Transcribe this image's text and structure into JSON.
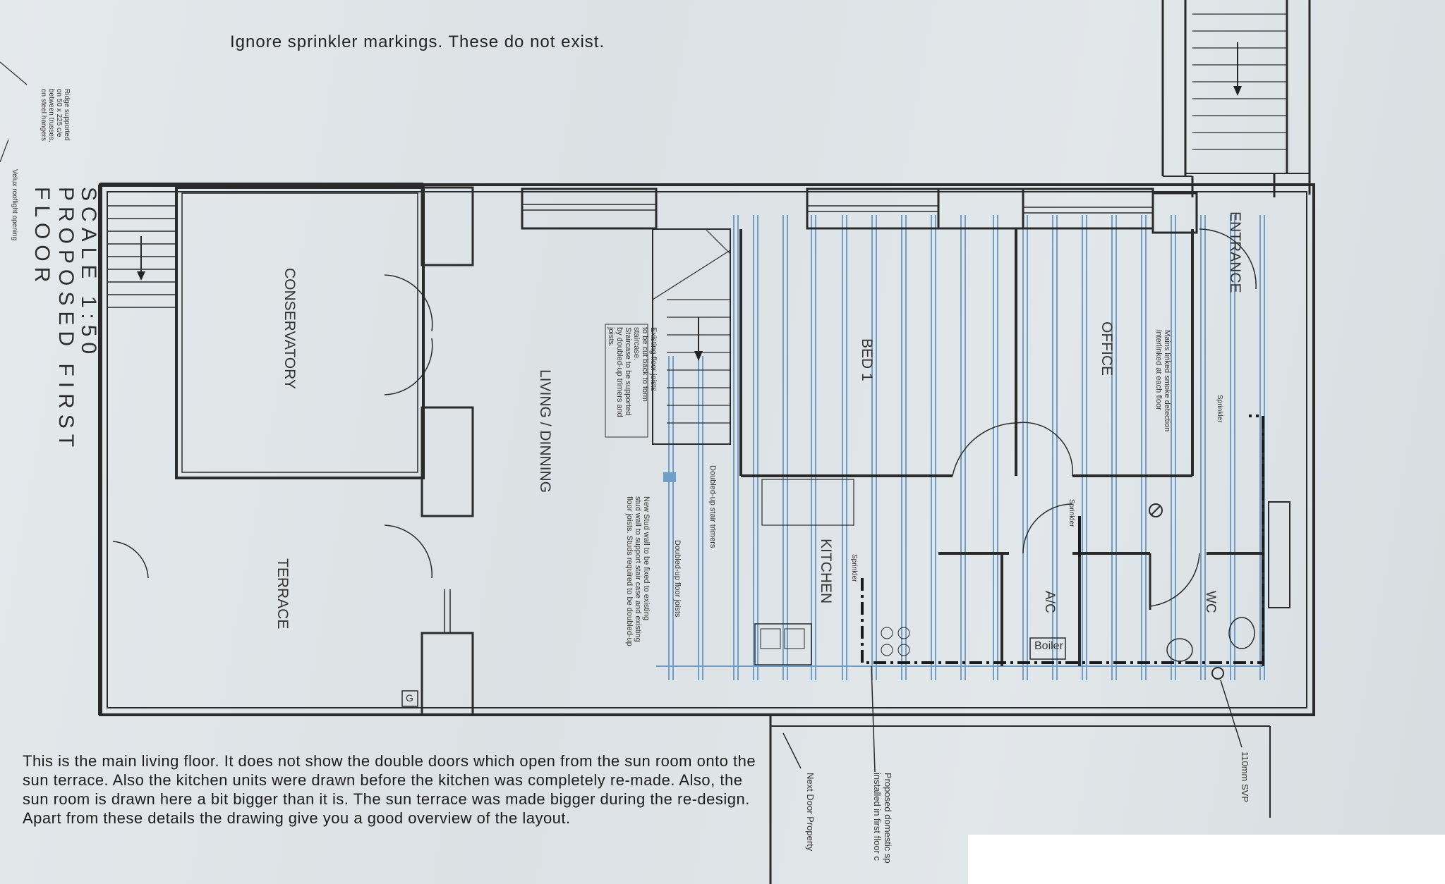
{
  "notes": {
    "top": "Ignore sprinkler markings. These do not exist.",
    "bottom": "This is the main living floor. It does not show the double doors which open from the sun room onto the sun terrace. Also the kitchen units were drawn before the kitchen was completely re-made. Also, the sun room is drawn here a bit bigger than it is. The sun terrace was made bigger during the re-design. Apart from these details the drawing give you a good overview of the layout."
  },
  "title": {
    "line1": "PROPOSED FIRST FLOOR",
    "line2": "SCALE 1:50"
  },
  "rooms": {
    "conservatory": "CONSERVATORY",
    "terrace": "TERRACE",
    "living": "LIVING / DINNING",
    "bed1": "BED 1",
    "office": "OFFICE",
    "entrance": "ENTRANCE",
    "kitchen": "KITCHEN",
    "ac": "A/C",
    "wc": "WC",
    "boiler": "Boiler",
    "g": "G"
  },
  "annotations": {
    "ridge": [
      "Ridge supported",
      "on 50 x 225 c/e",
      "between trusses,",
      "on steel hangers"
    ],
    "velux": "Velux rooflight opening",
    "joists_note": [
      "Existing floor joists",
      "to be cut back to form",
      "staircase.",
      "Staircase to be supported",
      "by doubled-up trimers and",
      "joists."
    ],
    "smoke": [
      "Mains linked smoke detection",
      "interlinked at each floor"
    ],
    "stud_wall": [
      "New Stud wall to be fixed to existing",
      "stud wall to support stair case and existing",
      "floor joists. Studs required to be doubled-up"
    ],
    "stair_trimmers": "Doubled-up stair trimers",
    "floor_joists": "Doubled-up floor joists",
    "sprinkler": "Sprinkler",
    "next_door": "Next Door Property",
    "proposed_sprinkler": [
      "Proposed domestic sp",
      "installed in first floor c"
    ],
    "svp": "110mm SVP"
  }
}
